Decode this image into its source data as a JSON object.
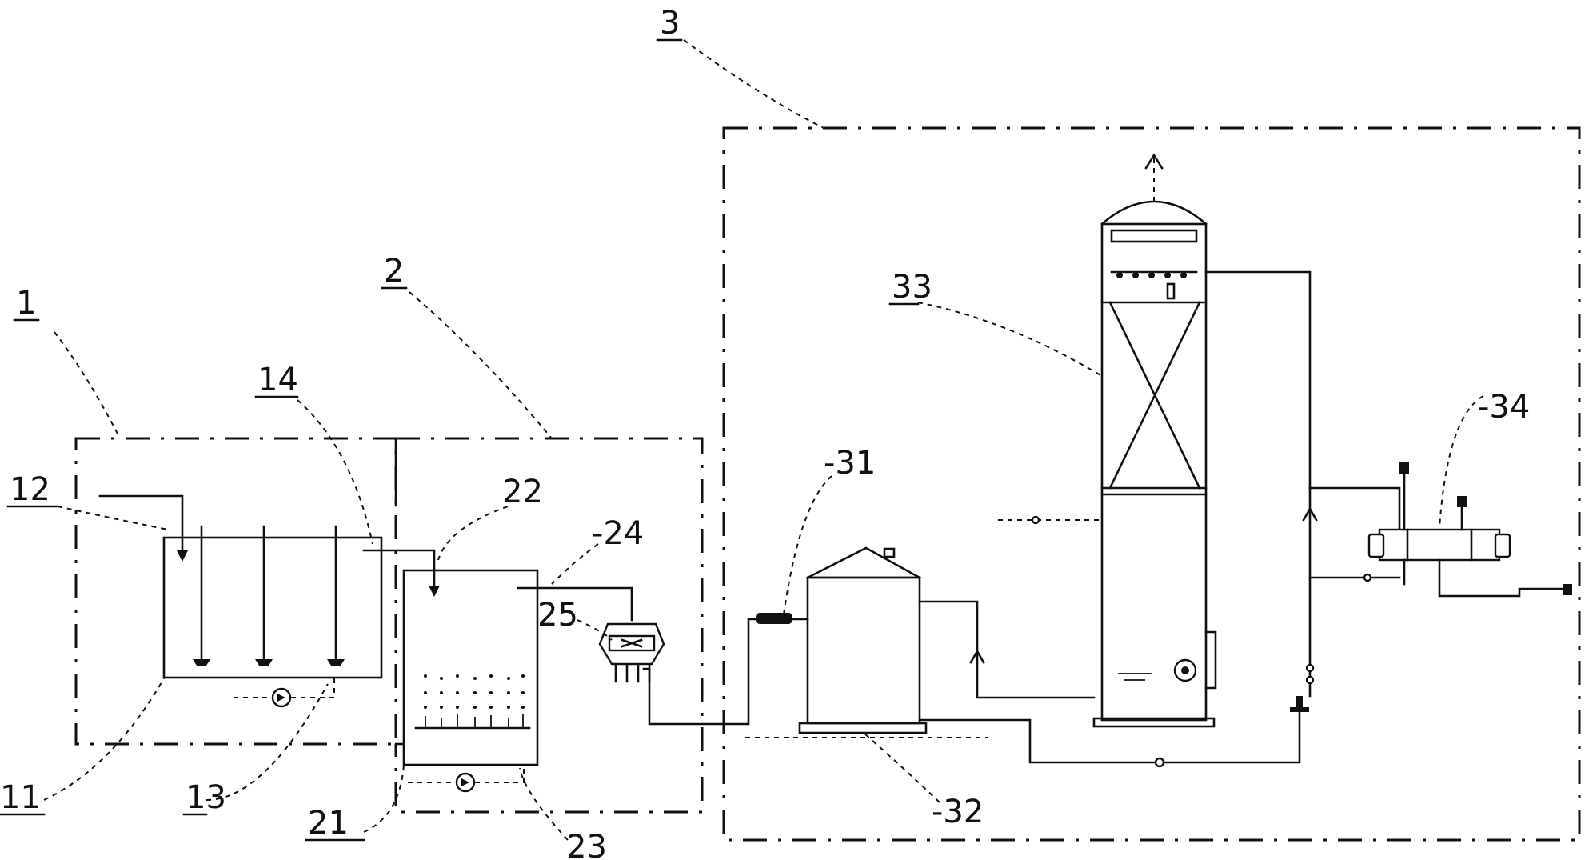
{
  "labels": {
    "l1": "1",
    "l2": "2",
    "l3": "3",
    "l11": "11",
    "l12": "12",
    "l13": "13",
    "l14": "14",
    "l21": "21",
    "l22": "22",
    "l23": "23",
    "l24": "-24",
    "l25": "25",
    "l31": "-31",
    "l32": "-32",
    "l33": "33",
    "l34": "-34"
  }
}
